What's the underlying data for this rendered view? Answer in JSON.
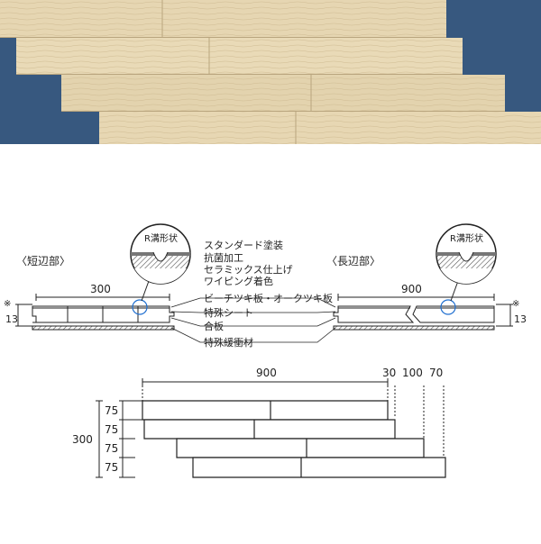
{
  "photo": {
    "background_color": "#3d5f86",
    "wood_color": "#e6d6b2",
    "grain_color": "#c9b48c"
  },
  "cross_section": {
    "short_edge_label": "〈短辺部〉",
    "long_edge_label": "〈長辺部〉",
    "short_width": "300",
    "long_width": "900",
    "thickness_mark": "※",
    "thickness": "13",
    "callout_left": "R溝形状",
    "callout_right": "R溝形状",
    "layers": [
      "スタンダード塗装",
      "抗菌加工",
      "セラミックス仕上げ",
      "ワイピング着色",
      "ビーチツキ板・オークツキ板",
      "特殊シート",
      "合板",
      "特殊緩衝材"
    ]
  },
  "layout_plan": {
    "total_length": "900",
    "offsets": [
      "30",
      "100",
      "70"
    ],
    "total_width": "300",
    "row_widths": [
      "75",
      "75",
      "75",
      "75"
    ]
  },
  "colors": {
    "line": "#222222",
    "board_fill": "#ffffff",
    "hatch": "#555555"
  }
}
